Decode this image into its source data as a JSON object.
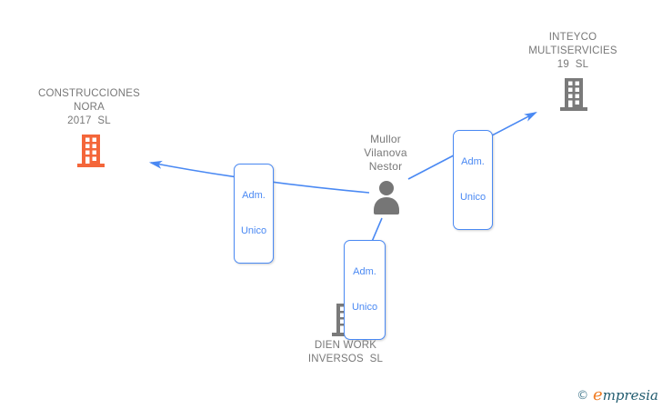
{
  "diagram": {
    "type": "company-relationship-network",
    "background": "#ffffff"
  },
  "colors": {
    "edge_blue": "#4a89f3",
    "label_gray": "#787878",
    "building_gray": "#7a7a7a",
    "building_orange": "#f4663a",
    "person_gray": "#767676",
    "watermark_copy": "#4e8195",
    "watermark_e": "#f07c23",
    "watermark_rest": "#215c6f"
  },
  "nodes": {
    "construcciones": {
      "id": "construcciones-nora-2017-sl",
      "icon": "building-icon",
      "icon_color": "#f4663a",
      "lines": [
        "CONSTRUCCIONES",
        "NORA",
        "2017  SL"
      ]
    },
    "inteyco": {
      "id": "inteyco-multiservicies-19-sl",
      "icon": "building-icon",
      "icon_color": "#7a7a7a",
      "lines": [
        "INTEYCO",
        "MULTISERVICIES",
        "19  SL"
      ]
    },
    "person": {
      "id": "mullor-vilanova-nestor",
      "icon": "person-icon",
      "icon_color": "#767676",
      "lines": [
        "Mullor",
        "Vilanova",
        "Nestor"
      ]
    },
    "dien": {
      "id": "dien-work-inversos-sl",
      "icon": "building-icon",
      "icon_color": "#7a7a7a",
      "lines": [
        "DIEN WORK",
        "INVERSOS  SL"
      ]
    }
  },
  "edges": [
    {
      "from": "mullor-vilanova-nestor",
      "to": "construcciones-nora-2017-sl",
      "label_lines": [
        "Adm.",
        "Unico"
      ]
    },
    {
      "from": "mullor-vilanova-nestor",
      "to": "inteyco-multiservicies-19-sl",
      "label_lines": [
        "Adm.",
        "Unico"
      ]
    },
    {
      "from": "mullor-vilanova-nestor",
      "to": "dien-work-inversos-sl",
      "label_lines": [
        "Adm.",
        "Unico"
      ]
    }
  ],
  "watermark": {
    "copyright": "©",
    "brand_first_letter": "e",
    "brand_rest": "mpresia"
  }
}
